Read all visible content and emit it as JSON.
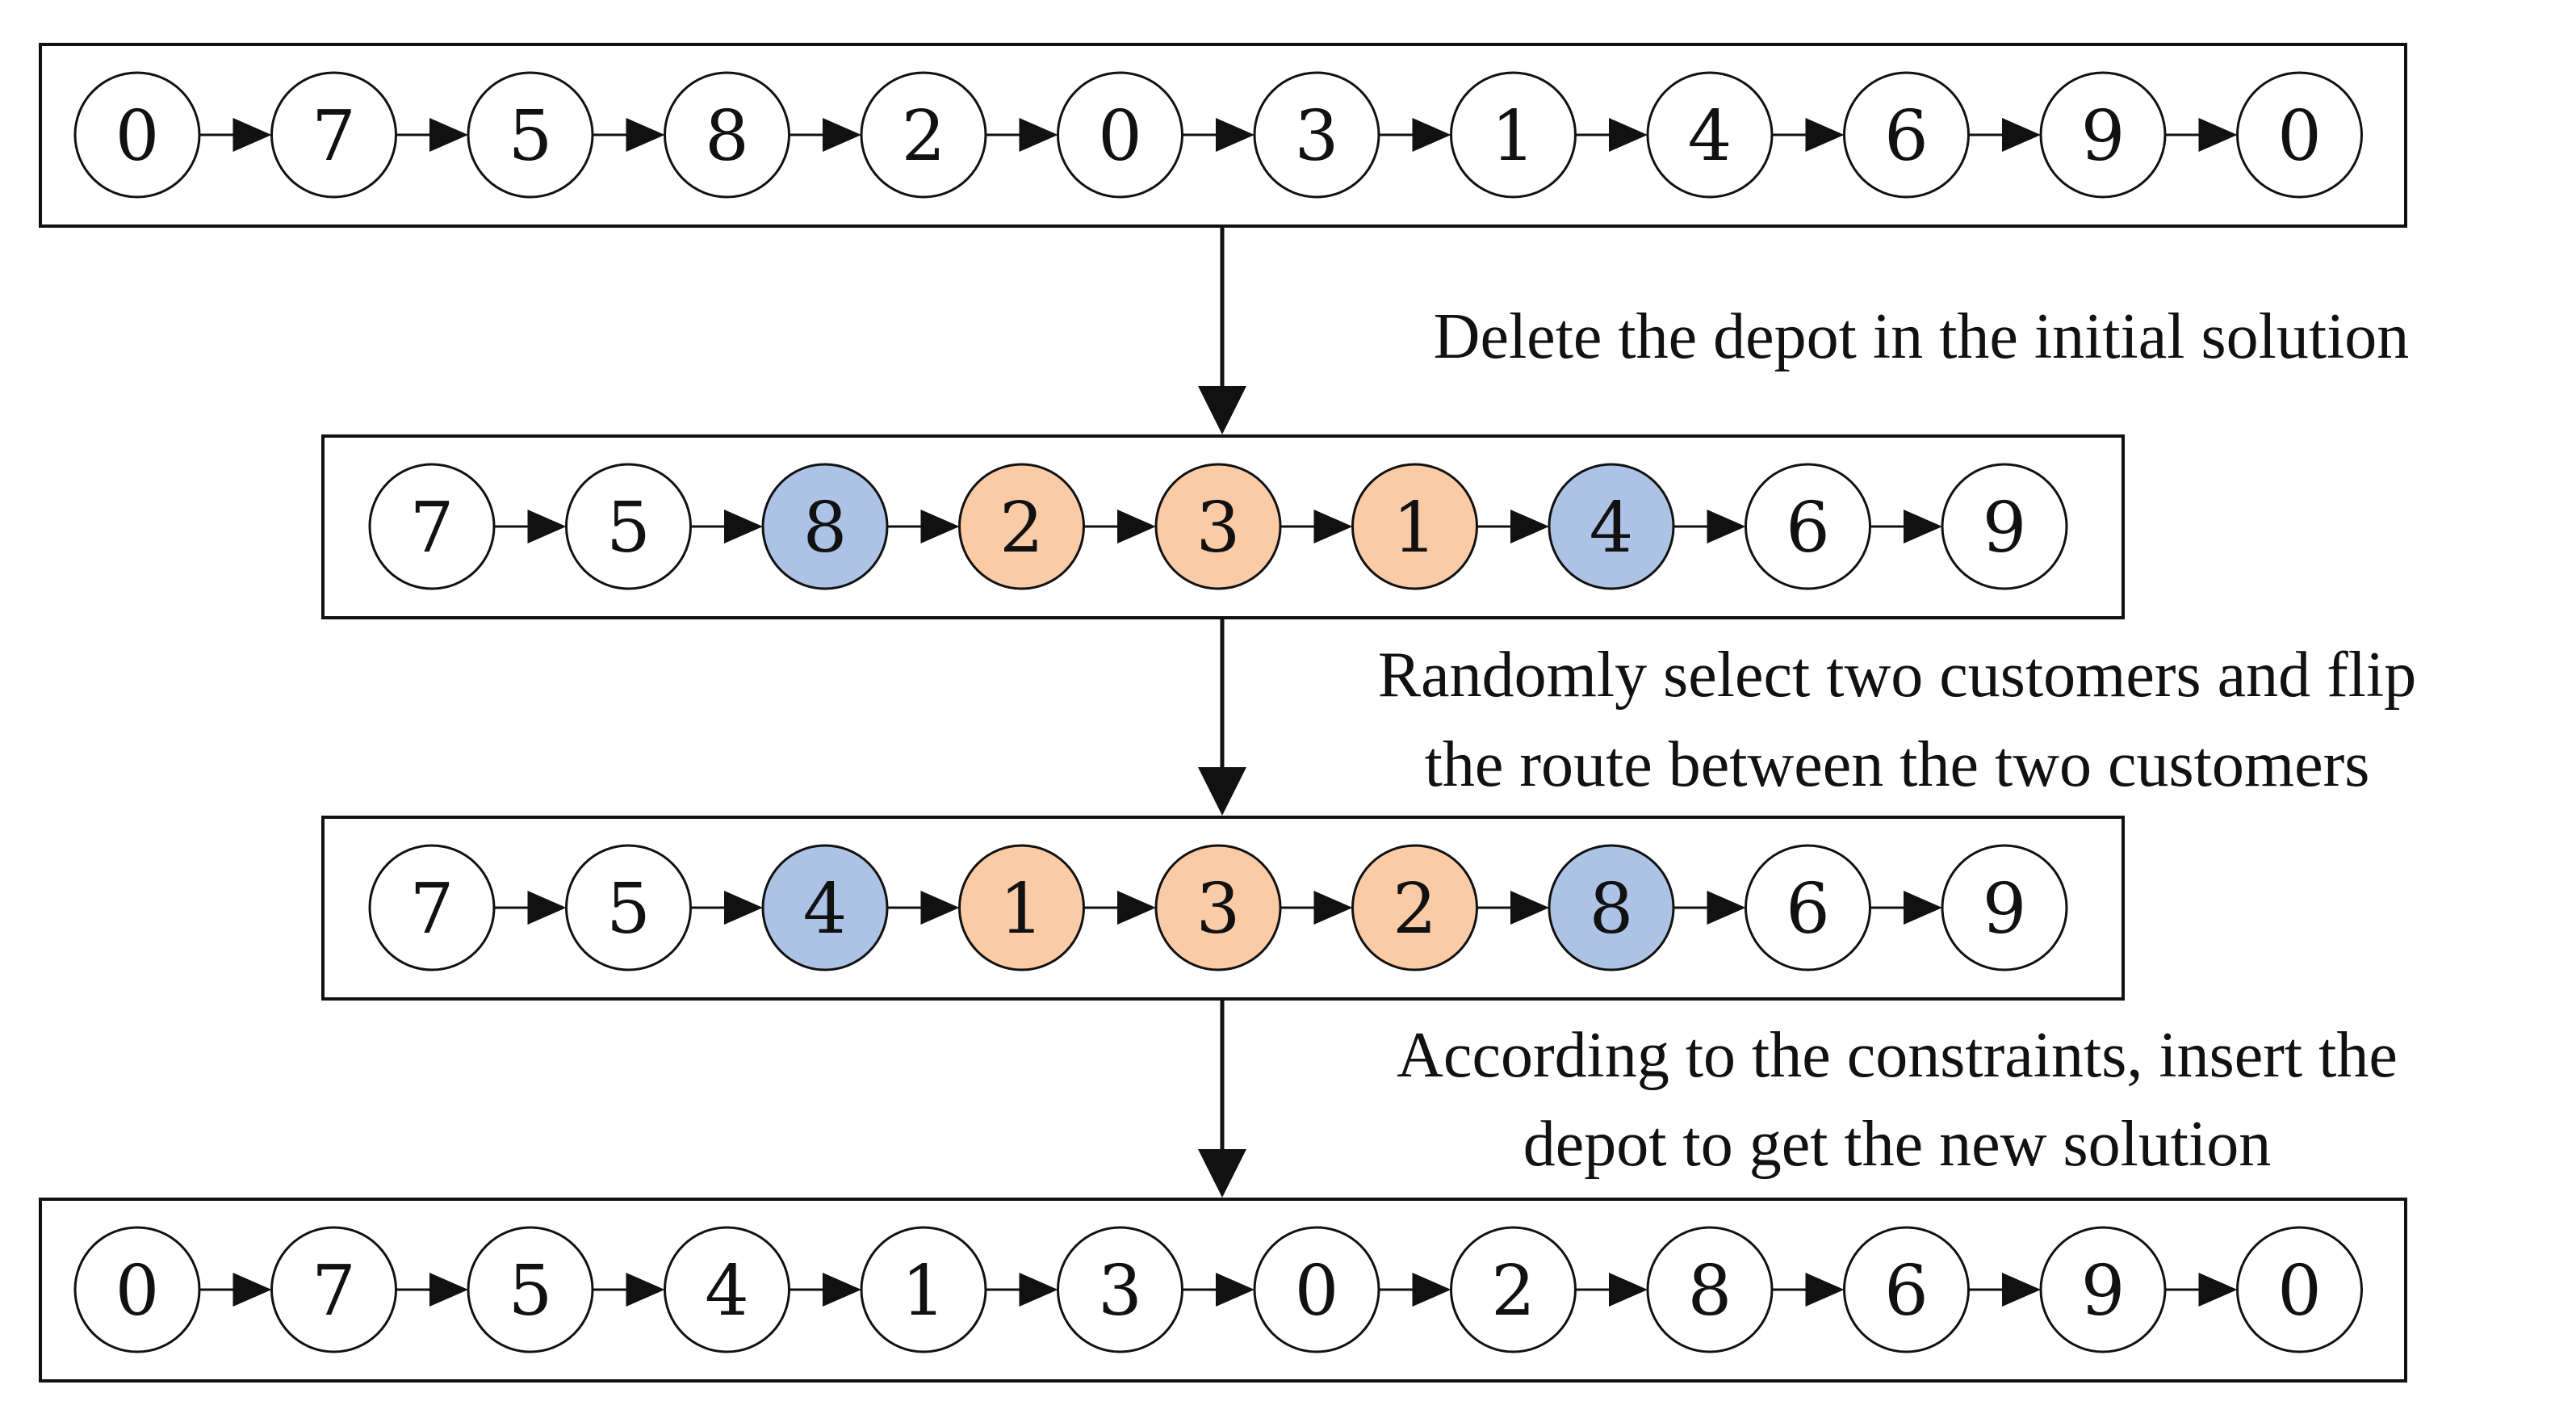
{
  "rows": [
    {
      "nodes": [
        {
          "label": "0",
          "fill": "white"
        },
        {
          "label": "7",
          "fill": "white"
        },
        {
          "label": "5",
          "fill": "white"
        },
        {
          "label": "8",
          "fill": "white"
        },
        {
          "label": "2",
          "fill": "white"
        },
        {
          "label": "0",
          "fill": "white"
        },
        {
          "label": "3",
          "fill": "white"
        },
        {
          "label": "1",
          "fill": "white"
        },
        {
          "label": "4",
          "fill": "white"
        },
        {
          "label": "6",
          "fill": "white"
        },
        {
          "label": "9",
          "fill": "white"
        },
        {
          "label": "0",
          "fill": "white"
        }
      ]
    },
    {
      "nodes": [
        {
          "label": "7",
          "fill": "white"
        },
        {
          "label": "5",
          "fill": "white"
        },
        {
          "label": "8",
          "fill": "blue"
        },
        {
          "label": "2",
          "fill": "orange"
        },
        {
          "label": "3",
          "fill": "orange"
        },
        {
          "label": "1",
          "fill": "orange"
        },
        {
          "label": "4",
          "fill": "blue"
        },
        {
          "label": "6",
          "fill": "white"
        },
        {
          "label": "9",
          "fill": "white"
        }
      ]
    },
    {
      "nodes": [
        {
          "label": "7",
          "fill": "white"
        },
        {
          "label": "5",
          "fill": "white"
        },
        {
          "label": "4",
          "fill": "blue"
        },
        {
          "label": "1",
          "fill": "orange"
        },
        {
          "label": "3",
          "fill": "orange"
        },
        {
          "label": "2",
          "fill": "orange"
        },
        {
          "label": "8",
          "fill": "blue"
        },
        {
          "label": "6",
          "fill": "white"
        },
        {
          "label": "9",
          "fill": "white"
        }
      ]
    },
    {
      "nodes": [
        {
          "label": "0",
          "fill": "white"
        },
        {
          "label": "7",
          "fill": "white"
        },
        {
          "label": "5",
          "fill": "white"
        },
        {
          "label": "4",
          "fill": "white"
        },
        {
          "label": "1",
          "fill": "white"
        },
        {
          "label": "3",
          "fill": "white"
        },
        {
          "label": "0",
          "fill": "white"
        },
        {
          "label": "2",
          "fill": "white"
        },
        {
          "label": "8",
          "fill": "white"
        },
        {
          "label": "6",
          "fill": "white"
        },
        {
          "label": "9",
          "fill": "white"
        },
        {
          "label": "0",
          "fill": "white"
        }
      ]
    }
  ],
  "steps": [
    {
      "lines": [
        "Delete the depot in the initial solution"
      ]
    },
    {
      "lines": [
        "Randomly select two customers and flip",
        "the route between the two customers"
      ]
    },
    {
      "lines": [
        "According to the constraints, insert the",
        "depot  to get the new solution"
      ]
    }
  ],
  "colors": {
    "white": "#ffffff",
    "blue": "#adc3e6",
    "orange": "#fbcba6",
    "stroke": "#111111"
  }
}
